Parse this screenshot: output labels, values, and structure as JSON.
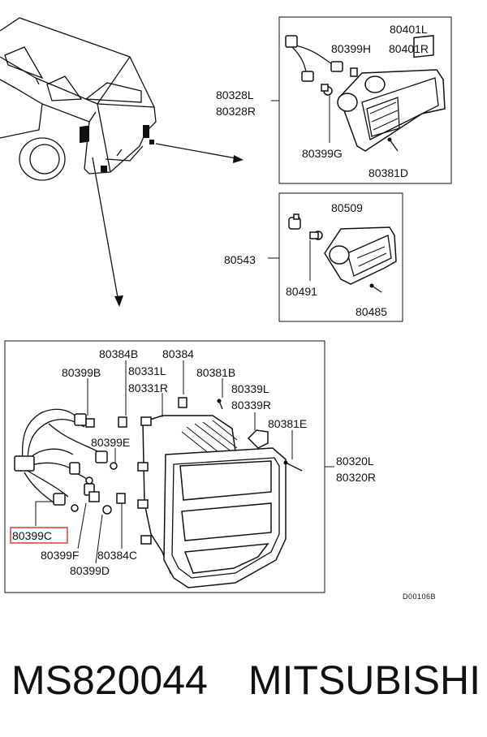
{
  "labels": {
    "l80401L": "80401L",
    "l80399H": "80399H",
    "l80401R": "80401R",
    "l80328L": "80328L",
    "l80328R": "80328R",
    "l80399G": "80399G",
    "l80381D": "80381D",
    "l80509": "80509",
    "l80543": "80543",
    "l80491": "80491",
    "l80485": "80485",
    "l80384B": "80384B",
    "l80384": "80384",
    "l80399B": "80399B",
    "l80331L": "80331L",
    "l80381B": "80381B",
    "l80331R": "80331R",
    "l80339L": "80339L",
    "l80339R": "80339R",
    "l80381E": "80381E",
    "l80399E": "80399E",
    "l80320L": "80320L",
    "l80320R": "80320R",
    "l80399C": "80399C",
    "l80399F": "80399F",
    "l80384C": "80384C",
    "l80399D": "80399D",
    "diagram_code": "D00106B"
  },
  "highlight_color": "#e03a3a",
  "footer": {
    "part_number": "MS820044",
    "brand": "MITSUBISHI"
  }
}
